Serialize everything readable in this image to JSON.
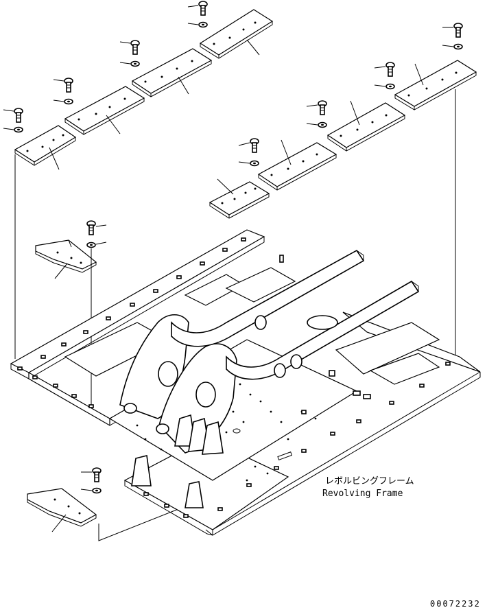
{
  "labels": {
    "name_jp": "レボルビングフレーム",
    "name_en": "Revolving Frame",
    "drawing_code": "00072232"
  },
  "colors": {
    "ink": "#000000",
    "paper": "#ffffff"
  }
}
